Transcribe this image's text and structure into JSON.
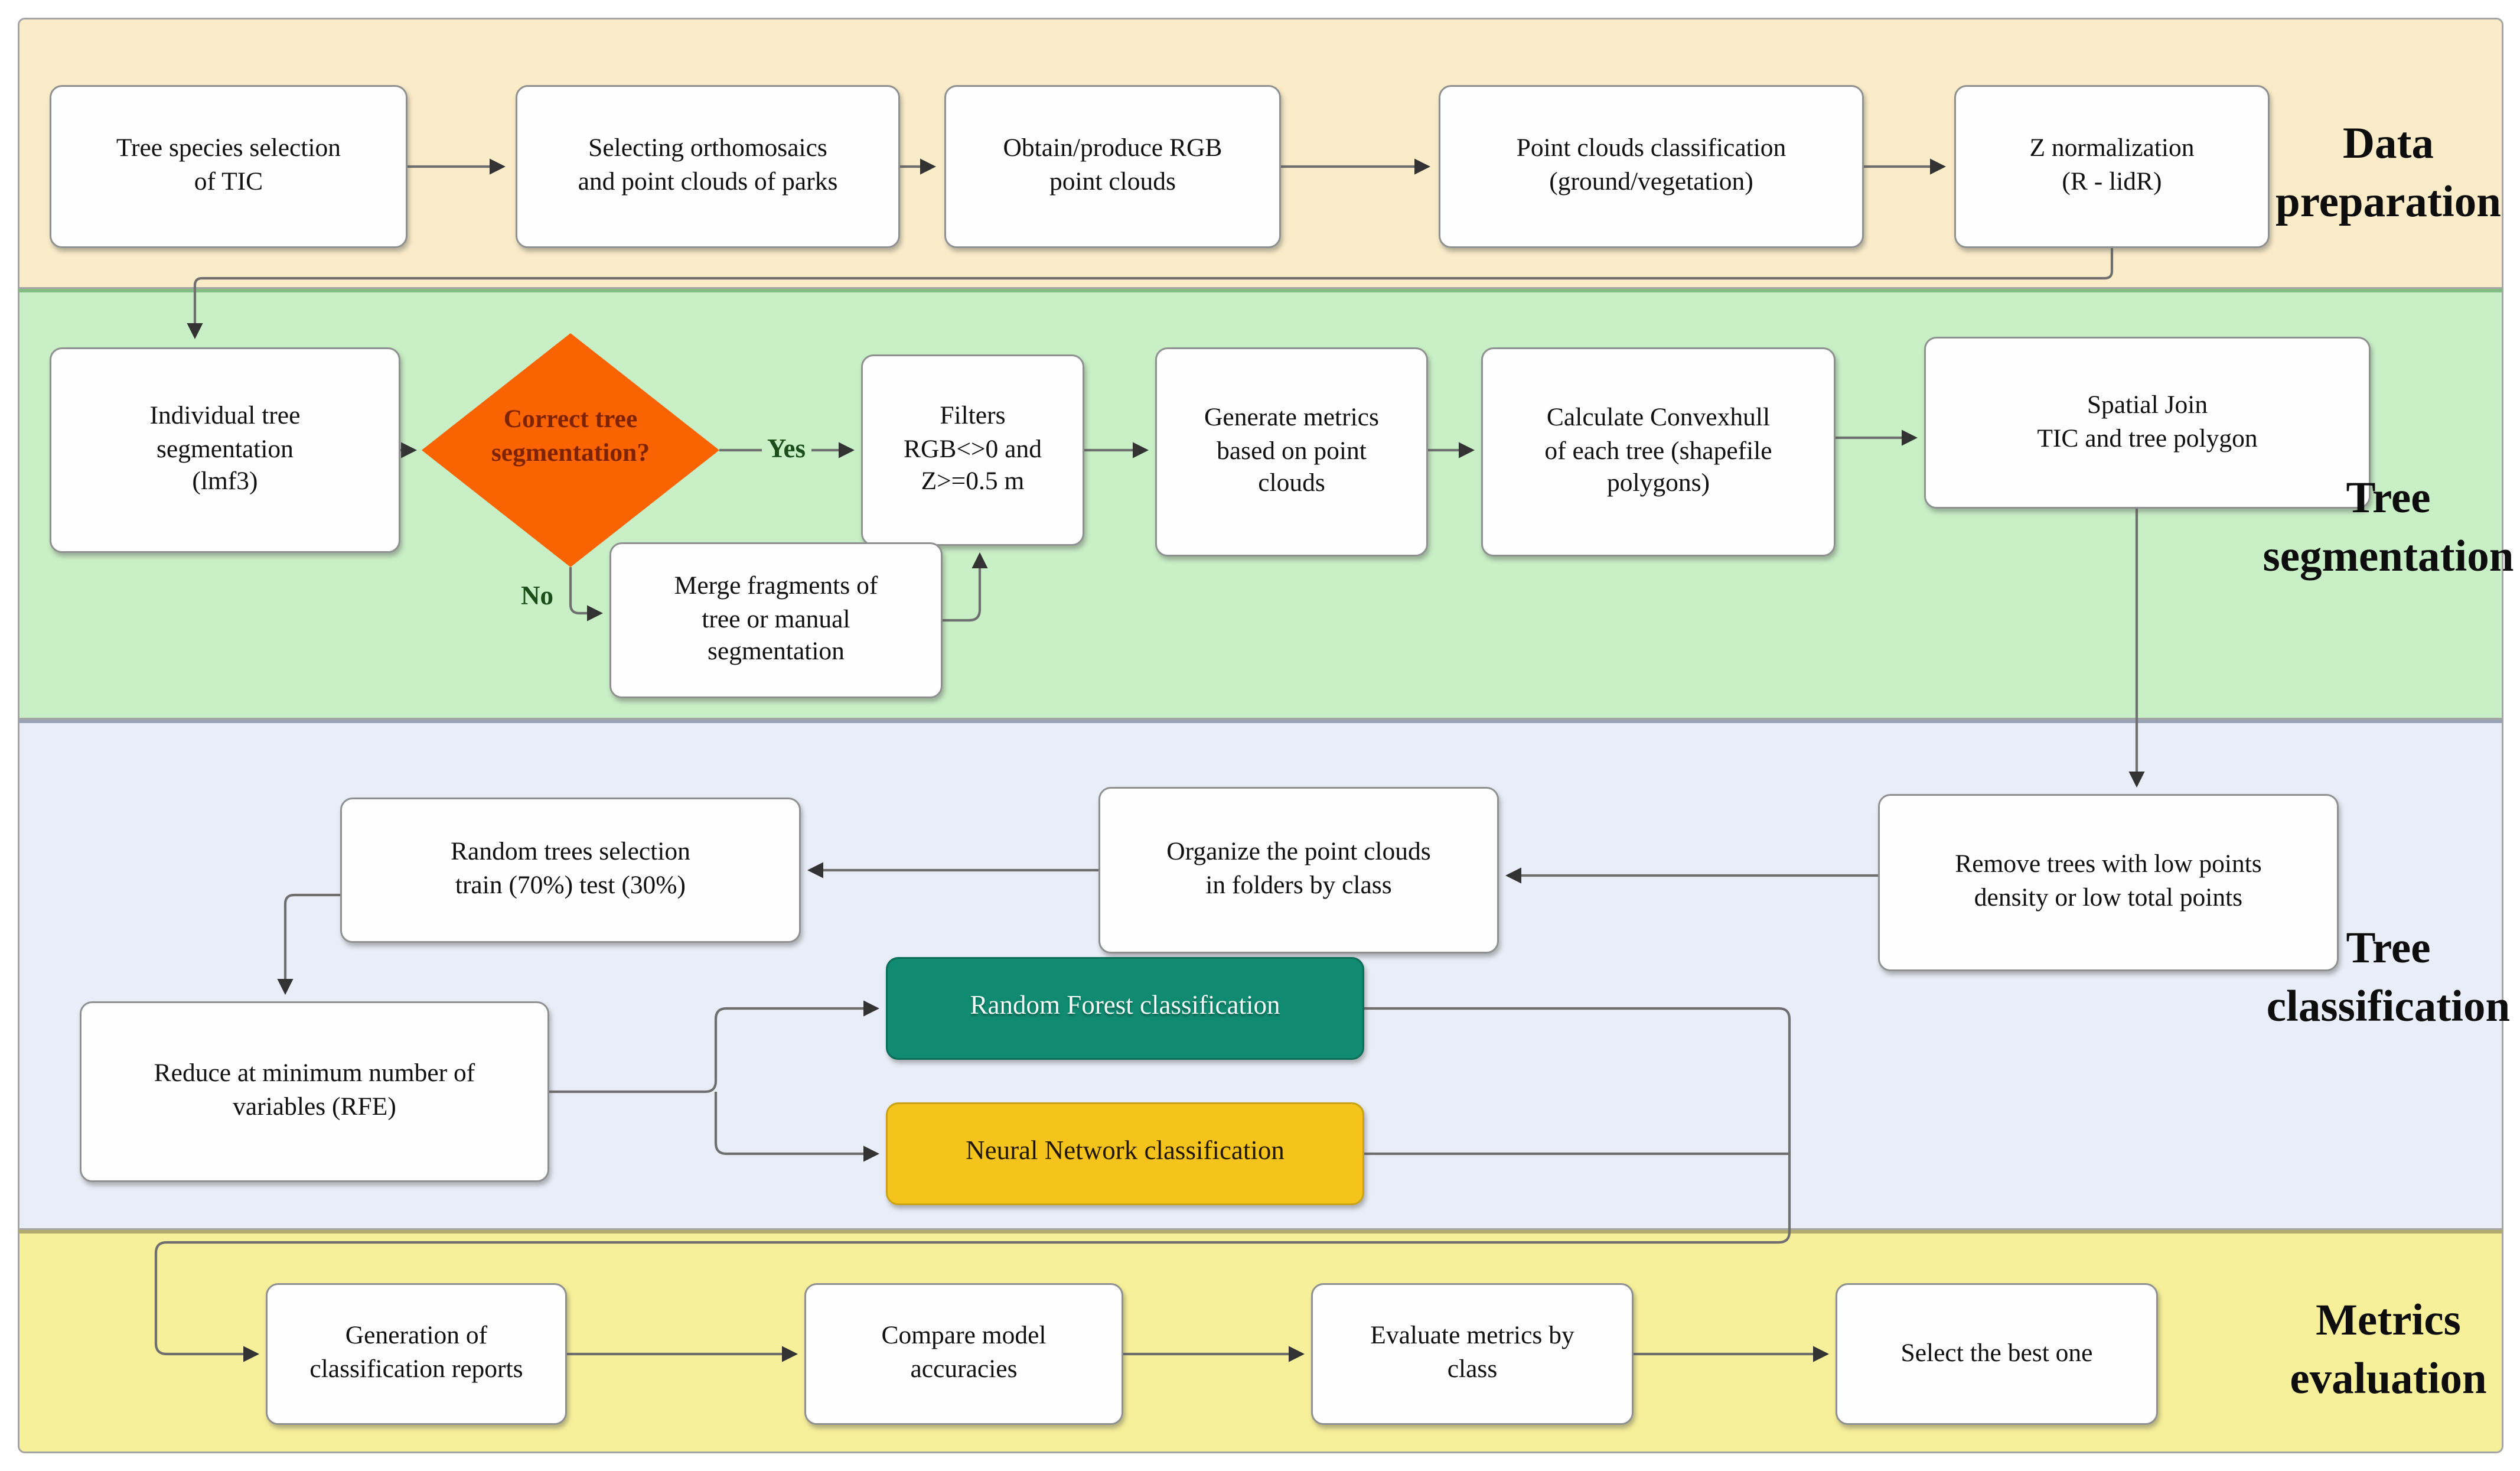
{
  "bands": {
    "preparation": {
      "label": "Data\npreparation"
    },
    "segmentation": {
      "label": "Tree\nsegmentation"
    },
    "classification": {
      "label": "Tree\nclassification"
    },
    "evaluation": {
      "label": "Metrics\nevaluation"
    }
  },
  "nodes": {
    "tree_species": {
      "label": "Tree species selection\nof TIC"
    },
    "selecting_ortho": {
      "label": "Selecting orthomosaics\nand point clouds of parks"
    },
    "obtain_rgb": {
      "label": "Obtain/produce RGB\npoint clouds"
    },
    "pc_classification": {
      "label": "Point clouds classification\n(ground/vegetation)"
    },
    "z_normalization": {
      "label": "Z normalization\n(R - lidR)"
    },
    "individual_seg": {
      "label": "Individual tree\nsegmentation\n(lmf3)"
    },
    "correct_seg": {
      "label": "Correct tree\nsegmentation?"
    },
    "filters": {
      "label": "Filters\nRGB<>0 and\nZ>=0.5 m"
    },
    "generate_metrics": {
      "label": "Generate metrics\nbased on point\nclouds"
    },
    "convexhull": {
      "label": "Calculate Convexhull\nof each tree (shapefile\npolygons)"
    },
    "spatial_join": {
      "label": "Spatial Join\nTIC and tree polygon"
    },
    "merge_fragments": {
      "label": "Merge fragments of\ntree or manual\nsegmentation"
    },
    "remove_trees": {
      "label": "Remove trees with low points\ndensity or low total points"
    },
    "organize": {
      "label": "Organize the point clouds\nin folders by class"
    },
    "random_selection": {
      "label": "Random trees selection\ntrain (70%) test (30%)"
    },
    "reduce_rfe": {
      "label": "Reduce at minimum number of\nvariables (RFE)"
    },
    "random_forest": {
      "label": "Random Forest classification"
    },
    "neural_network": {
      "label": "Neural Network classification"
    },
    "generation_reports": {
      "label": "Generation of\nclassification reports"
    },
    "compare_accuracies": {
      "label": "Compare model\naccuracies"
    },
    "evaluate_metrics": {
      "label": "Evaluate metrics by\nclass"
    },
    "select_best": {
      "label": "Select the best one"
    }
  },
  "edge_labels": {
    "yes": "Yes",
    "no": "No"
  },
  "colors": {
    "band_preparation": "#faecc9",
    "band_segmentation": "#c9efc6",
    "band_classification": "#e9edf7",
    "band_evaluation": "#f7f09a",
    "decision": "#f96302",
    "decision_text": "#7e2300",
    "random_forest": "#108a70",
    "neural_network": "#f4c41c",
    "edge_label_green": "#1b4e1b"
  }
}
